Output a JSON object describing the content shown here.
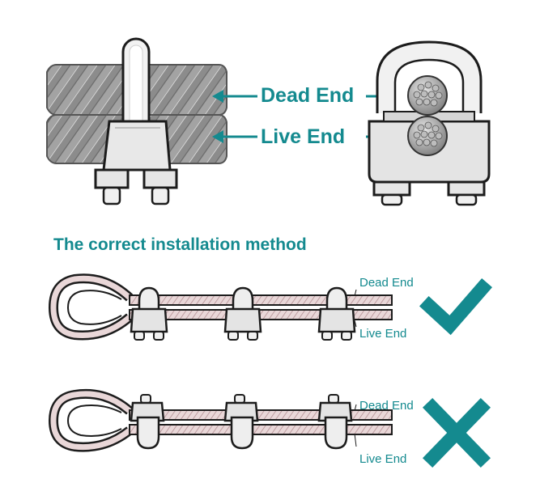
{
  "top": {
    "dead_end_label": "Dead End",
    "live_end_label": "Live End"
  },
  "heading": "The correct installation method",
  "correct_row": {
    "dead_end_label": "Dead End",
    "live_end_label": "Live End",
    "mark": "check-icon"
  },
  "incorrect_row": {
    "dead_end_label": "Dead End",
    "live_end_label": "Live End",
    "mark": "cross-icon"
  },
  "colors": {
    "accent": "#148a8f",
    "rope": "#9a9a9a",
    "rope_dark": "#5e5e5e",
    "metal": "#e6e6e6",
    "outline": "#1c1c1c",
    "wire_rope_core": "#c4a3a6"
  }
}
